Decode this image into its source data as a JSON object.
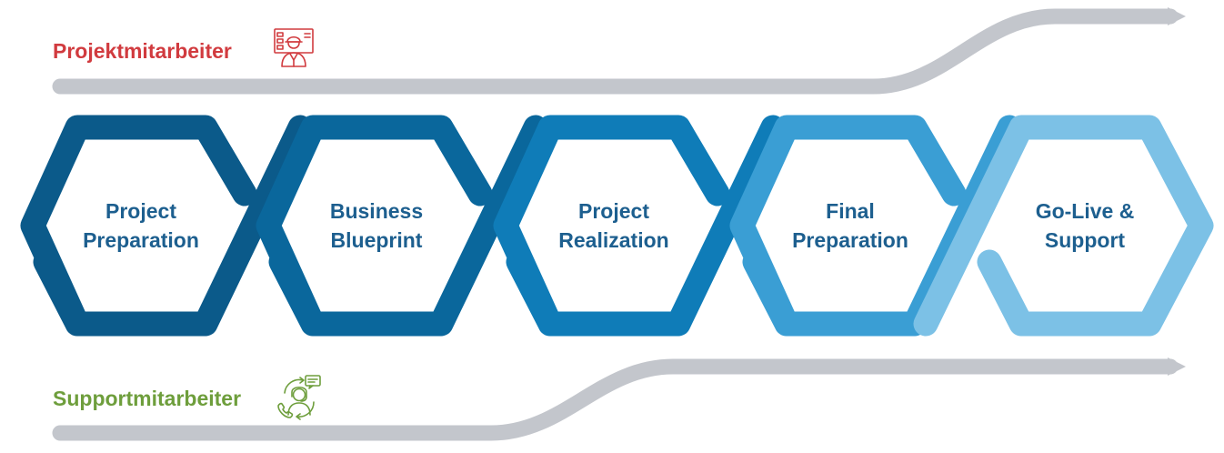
{
  "roles": {
    "project": {
      "label": "Projektmitarbeiter",
      "color": "#d13b3f",
      "icon": "construction-worker-presentation-icon"
    },
    "support": {
      "label": "Supportmitarbeiter",
      "color": "#6e9e3c",
      "icon": "support-agent-headset-chat-icon"
    }
  },
  "phases": [
    {
      "line1": "Project",
      "line2": "Preparation",
      "color": "#0b5a8a"
    },
    {
      "line1": "Business",
      "line2": "Blueprint",
      "color": "#0a679c"
    },
    {
      "line1": "Project",
      "line2": "Realization",
      "color": "#0f7cb8"
    },
    {
      "line1": "Final",
      "line2": "Preparation",
      "color": "#3a9ed4"
    },
    {
      "line1": "Go-Live &",
      "line2": "Support",
      "color": "#7cc1e6"
    }
  ],
  "colors": {
    "track": "#c3c6cc",
    "phase_text": "#1d5f8f"
  }
}
